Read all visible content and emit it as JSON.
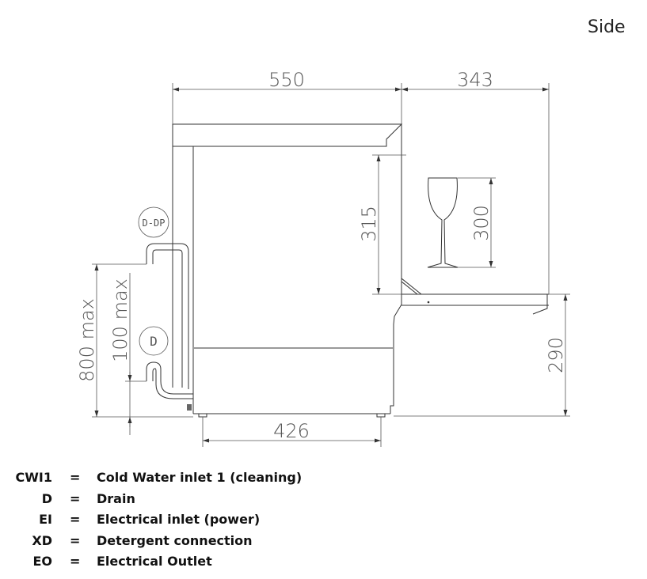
{
  "view_label": "Side",
  "dimensions": {
    "width_top": "550",
    "door_depth": "343",
    "chamber_height": "315",
    "glass_height": "300",
    "door_height": "290",
    "base_width": "426",
    "drain_pump_max": "800 max",
    "drain_max": "100 max"
  },
  "connection_labels": {
    "drain_pump": "D-DP",
    "drain": "D"
  },
  "legend": [
    {
      "code": "CWI1",
      "eq": "=",
      "desc": "Cold Water inlet 1 (cleaning)"
    },
    {
      "code": "D",
      "eq": "=",
      "desc": "Drain"
    },
    {
      "code": "EI",
      "eq": "=",
      "desc": "Electrical inlet (power)"
    },
    {
      "code": "XD",
      "eq": "=",
      "desc": "Detergent connection"
    },
    {
      "code": "EO",
      "eq": "=",
      "desc": "Electrical Outlet"
    }
  ]
}
